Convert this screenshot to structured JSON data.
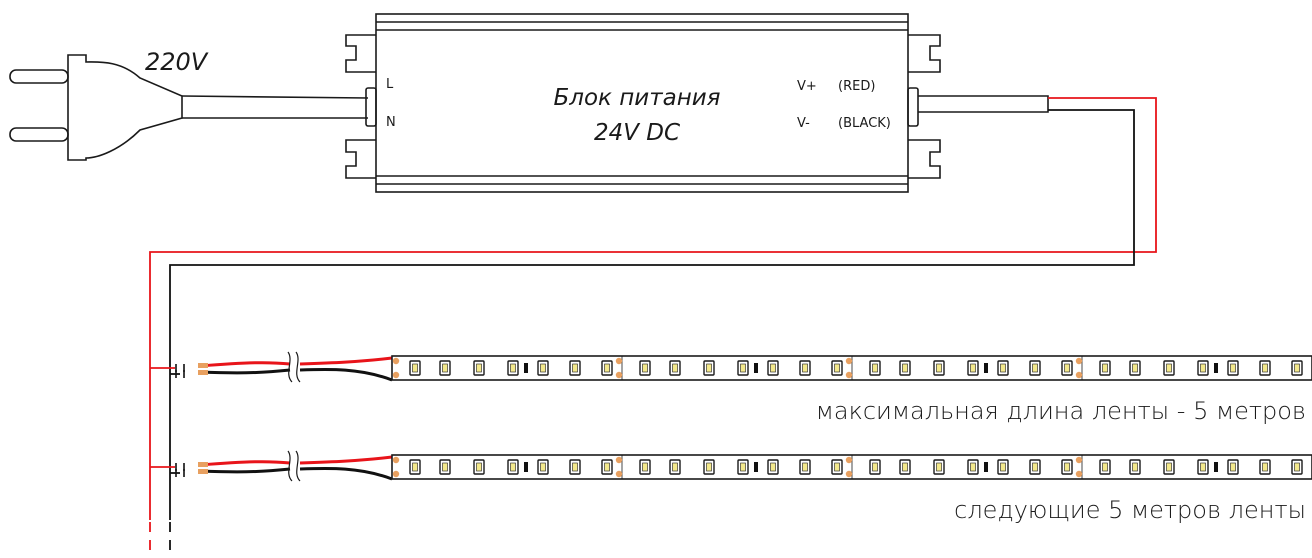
{
  "plug": {
    "voltage_label": "220V"
  },
  "psu": {
    "title_line1": "Блок питания",
    "title_line2": "24V DC",
    "input_terminals": [
      "L",
      "N"
    ],
    "output_terminals": [
      {
        "terminal": "V+",
        "wire": "(RED)"
      },
      {
        "terminal": "V-",
        "wire": "(BLACK)"
      }
    ]
  },
  "strips": [
    {
      "caption": "максимальная длина ленты - 5 метров"
    },
    {
      "caption": "следующие 5 метров ленты"
    }
  ],
  "colors": {
    "positive_wire": "#e8141a",
    "negative_wire": "#111111",
    "outline": "#1a1a1a",
    "led_chip": "#f4e98c",
    "solder_pad": "#e8a060"
  }
}
